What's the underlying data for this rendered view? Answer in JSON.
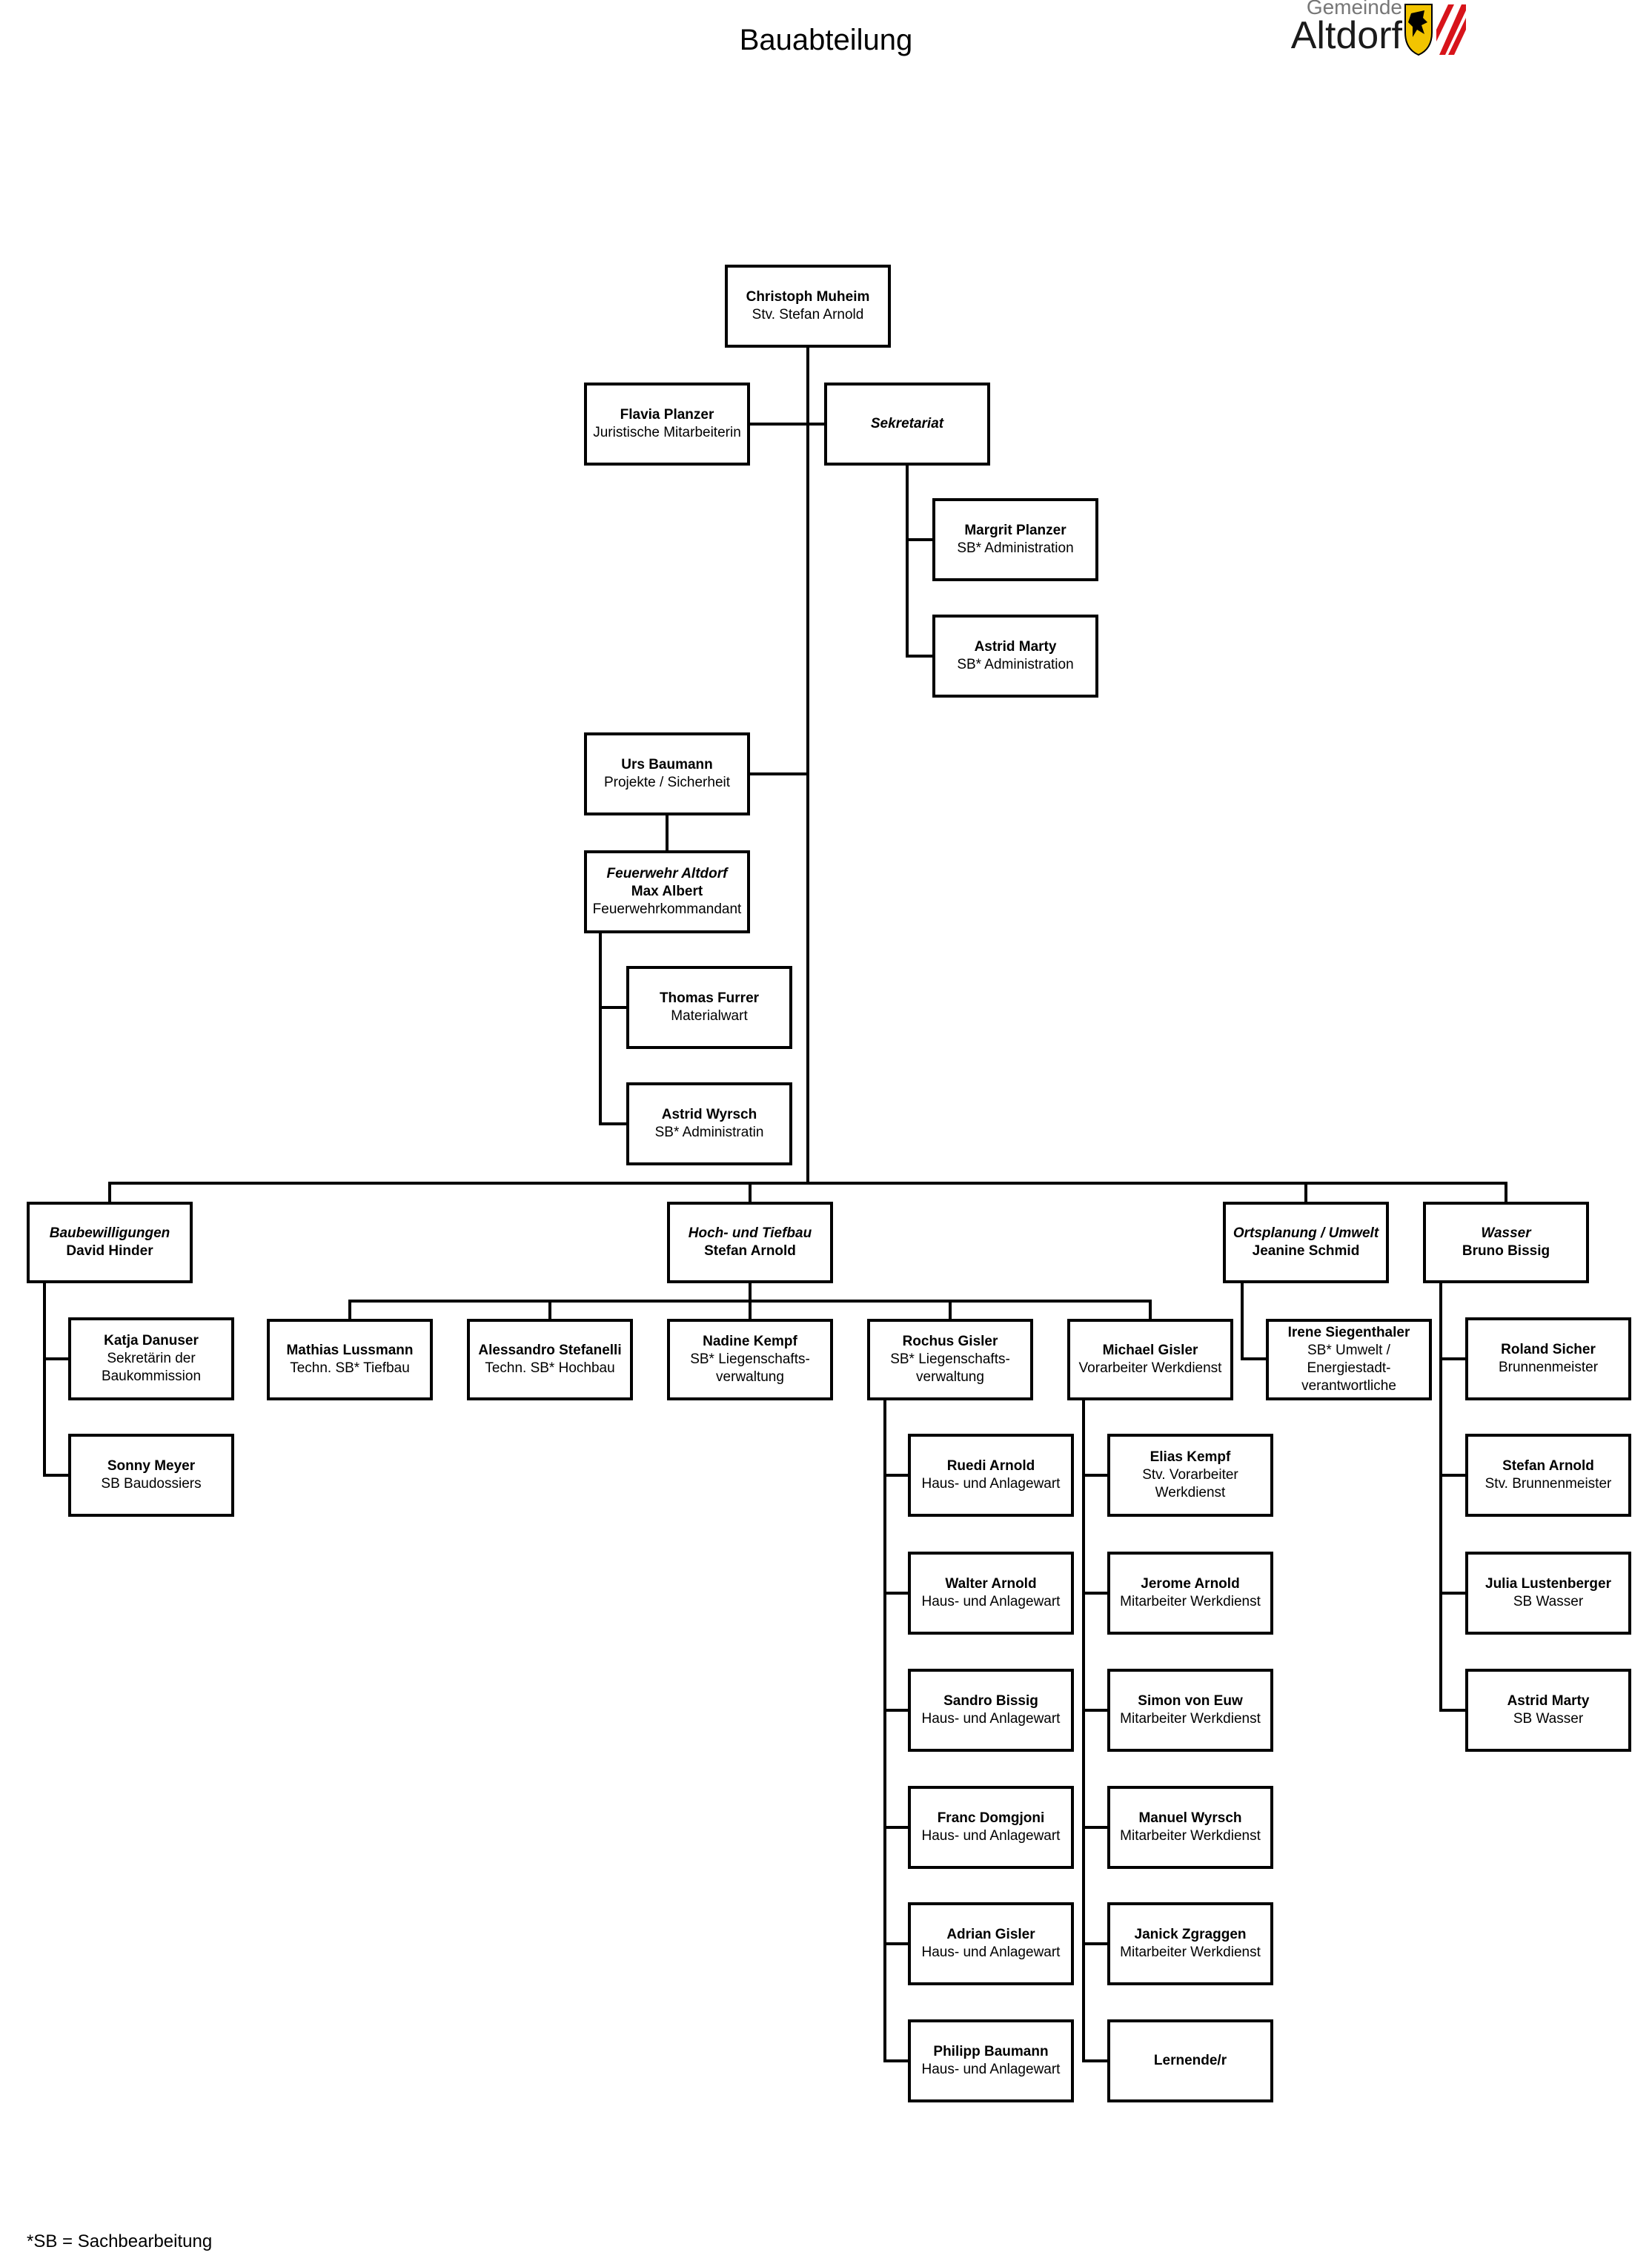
{
  "header": {
    "title": "Bauabteilung",
    "logo_prefix": "Gemeinde",
    "logo_name": "Altdorf"
  },
  "footnote": "*SB = Sachbearbeitung",
  "boxes": {
    "muheim": {
      "lines": [
        {
          "t": "Christoph Muheim",
          "s": "b"
        },
        {
          "t": "Stv. Stefan Arnold",
          "s": "n"
        }
      ]
    },
    "fplanzer": {
      "lines": [
        {
          "t": "Flavia Planzer",
          "s": "b"
        },
        {
          "t": "Juristische Mitarbeiterin",
          "s": "n"
        }
      ]
    },
    "sekretariat": {
      "lines": [
        {
          "t": "Sekretariat",
          "s": "bi"
        }
      ]
    },
    "mplanzer": {
      "lines": [
        {
          "t": "Margrit Planzer",
          "s": "b"
        },
        {
          "t": "SB* Administration",
          "s": "n"
        }
      ]
    },
    "amarty1": {
      "lines": [
        {
          "t": "Astrid Marty",
          "s": "b"
        },
        {
          "t": "SB* Administration",
          "s": "n"
        }
      ]
    },
    "baumann": {
      "lines": [
        {
          "t": "Urs Baumann",
          "s": "b"
        },
        {
          "t": "Projekte / Sicherheit",
          "s": "n"
        }
      ]
    },
    "feuerwehr": {
      "lines": [
        {
          "t": "Feuerwehr Altdorf",
          "s": "bi"
        },
        {
          "t": "Max Albert",
          "s": "b"
        },
        {
          "t": "Feuerwehrkommandant",
          "s": "n"
        }
      ]
    },
    "furrer": {
      "lines": [
        {
          "t": "Thomas Furrer",
          "s": "b"
        },
        {
          "t": "Materialwart",
          "s": "n"
        }
      ]
    },
    "wyrsch": {
      "lines": [
        {
          "t": "Astrid Wyrsch",
          "s": "b"
        },
        {
          "t": "SB* Administratin",
          "s": "n"
        }
      ]
    },
    "baubew": {
      "lines": [
        {
          "t": "Baubewilligungen",
          "s": "bi"
        },
        {
          "t": "David Hinder",
          "s": "b"
        }
      ]
    },
    "hochtief": {
      "lines": [
        {
          "t": "Hoch- und Tiefbau",
          "s": "bi"
        },
        {
          "t": "Stefan Arnold",
          "s": "b"
        }
      ]
    },
    "ortsplanung": {
      "lines": [
        {
          "t": "Ortsplanung / Umwelt",
          "s": "bi"
        },
        {
          "t": "Jeanine Schmid",
          "s": "b"
        }
      ]
    },
    "wasser": {
      "lines": [
        {
          "t": "Wasser",
          "s": "bi"
        },
        {
          "t": "Bruno Bissig",
          "s": "b"
        }
      ]
    },
    "danuser": {
      "lines": [
        {
          "t": "Katja Danuser",
          "s": "b"
        },
        {
          "t": "Sekretärin der",
          "s": "n"
        },
        {
          "t": "Baukommission",
          "s": "n"
        }
      ]
    },
    "meyer": {
      "lines": [
        {
          "t": "Sonny Meyer",
          "s": "b"
        },
        {
          "t": "SB Baudossiers",
          "s": "n"
        }
      ]
    },
    "lussmann": {
      "lines": [
        {
          "t": "Mathias Lussmann",
          "s": "b"
        },
        {
          "t": "Techn. SB* Tiefbau",
          "s": "n"
        }
      ]
    },
    "stefanelli": {
      "lines": [
        {
          "t": "Alessandro Stefanelli",
          "s": "b"
        },
        {
          "t": "Techn. SB* Hochbau",
          "s": "n"
        }
      ]
    },
    "kempf_n": {
      "lines": [
        {
          "t": "Nadine Kempf",
          "s": "b"
        },
        {
          "t": "SB* Liegenschafts-",
          "s": "n"
        },
        {
          "t": "verwaltung",
          "s": "n"
        }
      ]
    },
    "rgisler": {
      "lines": [
        {
          "t": "Rochus Gisler",
          "s": "b"
        },
        {
          "t": "SB* Liegenschafts-",
          "s": "n"
        },
        {
          "t": "verwaltung",
          "s": "n"
        }
      ]
    },
    "mgisler": {
      "lines": [
        {
          "t": "Michael Gisler",
          "s": "b"
        },
        {
          "t": "Vorarbeiter Werkdienst",
          "s": "n"
        }
      ]
    },
    "siegenthaler": {
      "lines": [
        {
          "t": "Irene Siegenthaler",
          "s": "b"
        },
        {
          "t": "SB* Umwelt /",
          "s": "n"
        },
        {
          "t": "Energiestadt-",
          "s": "n"
        },
        {
          "t": "verantwortliche",
          "s": "n"
        }
      ]
    },
    "rarnold": {
      "lines": [
        {
          "t": "Ruedi Arnold",
          "s": "b"
        },
        {
          "t": "Haus- und Anlagewart",
          "s": "n"
        }
      ]
    },
    "warnold": {
      "lines": [
        {
          "t": "Walter Arnold",
          "s": "b"
        },
        {
          "t": "Haus- und Anlagewart",
          "s": "n"
        }
      ]
    },
    "sbissig": {
      "lines": [
        {
          "t": "Sandro Bissig",
          "s": "b"
        },
        {
          "t": "Haus- und Anlagewart",
          "s": "n"
        }
      ]
    },
    "domgjoni": {
      "lines": [
        {
          "t": "Franc Domgjoni",
          "s": "b"
        },
        {
          "t": "Haus- und Anlagewart",
          "s": "n"
        }
      ]
    },
    "agisler": {
      "lines": [
        {
          "t": "Adrian Gisler",
          "s": "b"
        },
        {
          "t": "Haus- und Anlagewart",
          "s": "n"
        }
      ]
    },
    "pbaumann": {
      "lines": [
        {
          "t": "Philipp Baumann",
          "s": "b"
        },
        {
          "t": "Haus- und Anlagewart",
          "s": "n"
        }
      ]
    },
    "ekempf": {
      "lines": [
        {
          "t": "Elias Kempf",
          "s": "b"
        },
        {
          "t": "Stv. Vorarbeiter",
          "s": "n"
        },
        {
          "t": "Werkdienst",
          "s": "n"
        }
      ]
    },
    "jarnold": {
      "lines": [
        {
          "t": "Jerome Arnold",
          "s": "b"
        },
        {
          "t": "Mitarbeiter Werkdienst",
          "s": "n"
        }
      ]
    },
    "vonEuw": {
      "lines": [
        {
          "t": "Simon von Euw",
          "s": "b"
        },
        {
          "t": "Mitarbeiter Werkdienst",
          "s": "n"
        }
      ]
    },
    "mwyrsch": {
      "lines": [
        {
          "t": "Manuel Wyrsch",
          "s": "b"
        },
        {
          "t": "Mitarbeiter Werkdienst",
          "s": "n"
        }
      ]
    },
    "zgraggen": {
      "lines": [
        {
          "t": "Janick Zgraggen",
          "s": "b"
        },
        {
          "t": "Mitarbeiter Werkdienst",
          "s": "n"
        }
      ]
    },
    "lernende": {
      "lines": [
        {
          "t": "Lernende/r",
          "s": "b"
        }
      ]
    },
    "sicher": {
      "lines": [
        {
          "t": "Roland Sicher",
          "s": "b"
        },
        {
          "t": "Brunnenmeister",
          "s": "n"
        }
      ]
    },
    "sarnold": {
      "lines": [
        {
          "t": "Stefan Arnold",
          "s": "b"
        },
        {
          "t": "Stv. Brunnenmeister",
          "s": "n"
        }
      ]
    },
    "lustenberger": {
      "lines": [
        {
          "t": "Julia Lustenberger",
          "s": "b"
        },
        {
          "t": "SB Wasser",
          "s": "n"
        }
      ]
    },
    "amarty2": {
      "lines": [
        {
          "t": "Astrid Marty",
          "s": "b"
        },
        {
          "t": "SB Wasser",
          "s": "n"
        }
      ]
    }
  }
}
